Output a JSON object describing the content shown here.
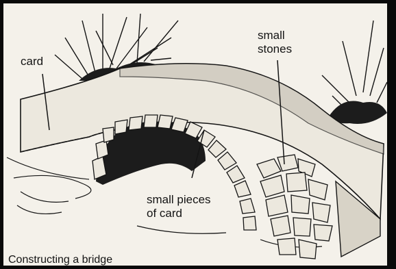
{
  "illustration": {
    "labels": {
      "card": "card",
      "small_stones": "small\nstones",
      "small_pieces_of_card": "small pieces\nof card"
    },
    "caption": "Constructing a bridge",
    "colors": {
      "paper": "#f4f1ea",
      "ink": "#141414",
      "shade": "#c9c4b8",
      "dark": "#1c1c1c",
      "frame": "#0a0a0a"
    }
  }
}
